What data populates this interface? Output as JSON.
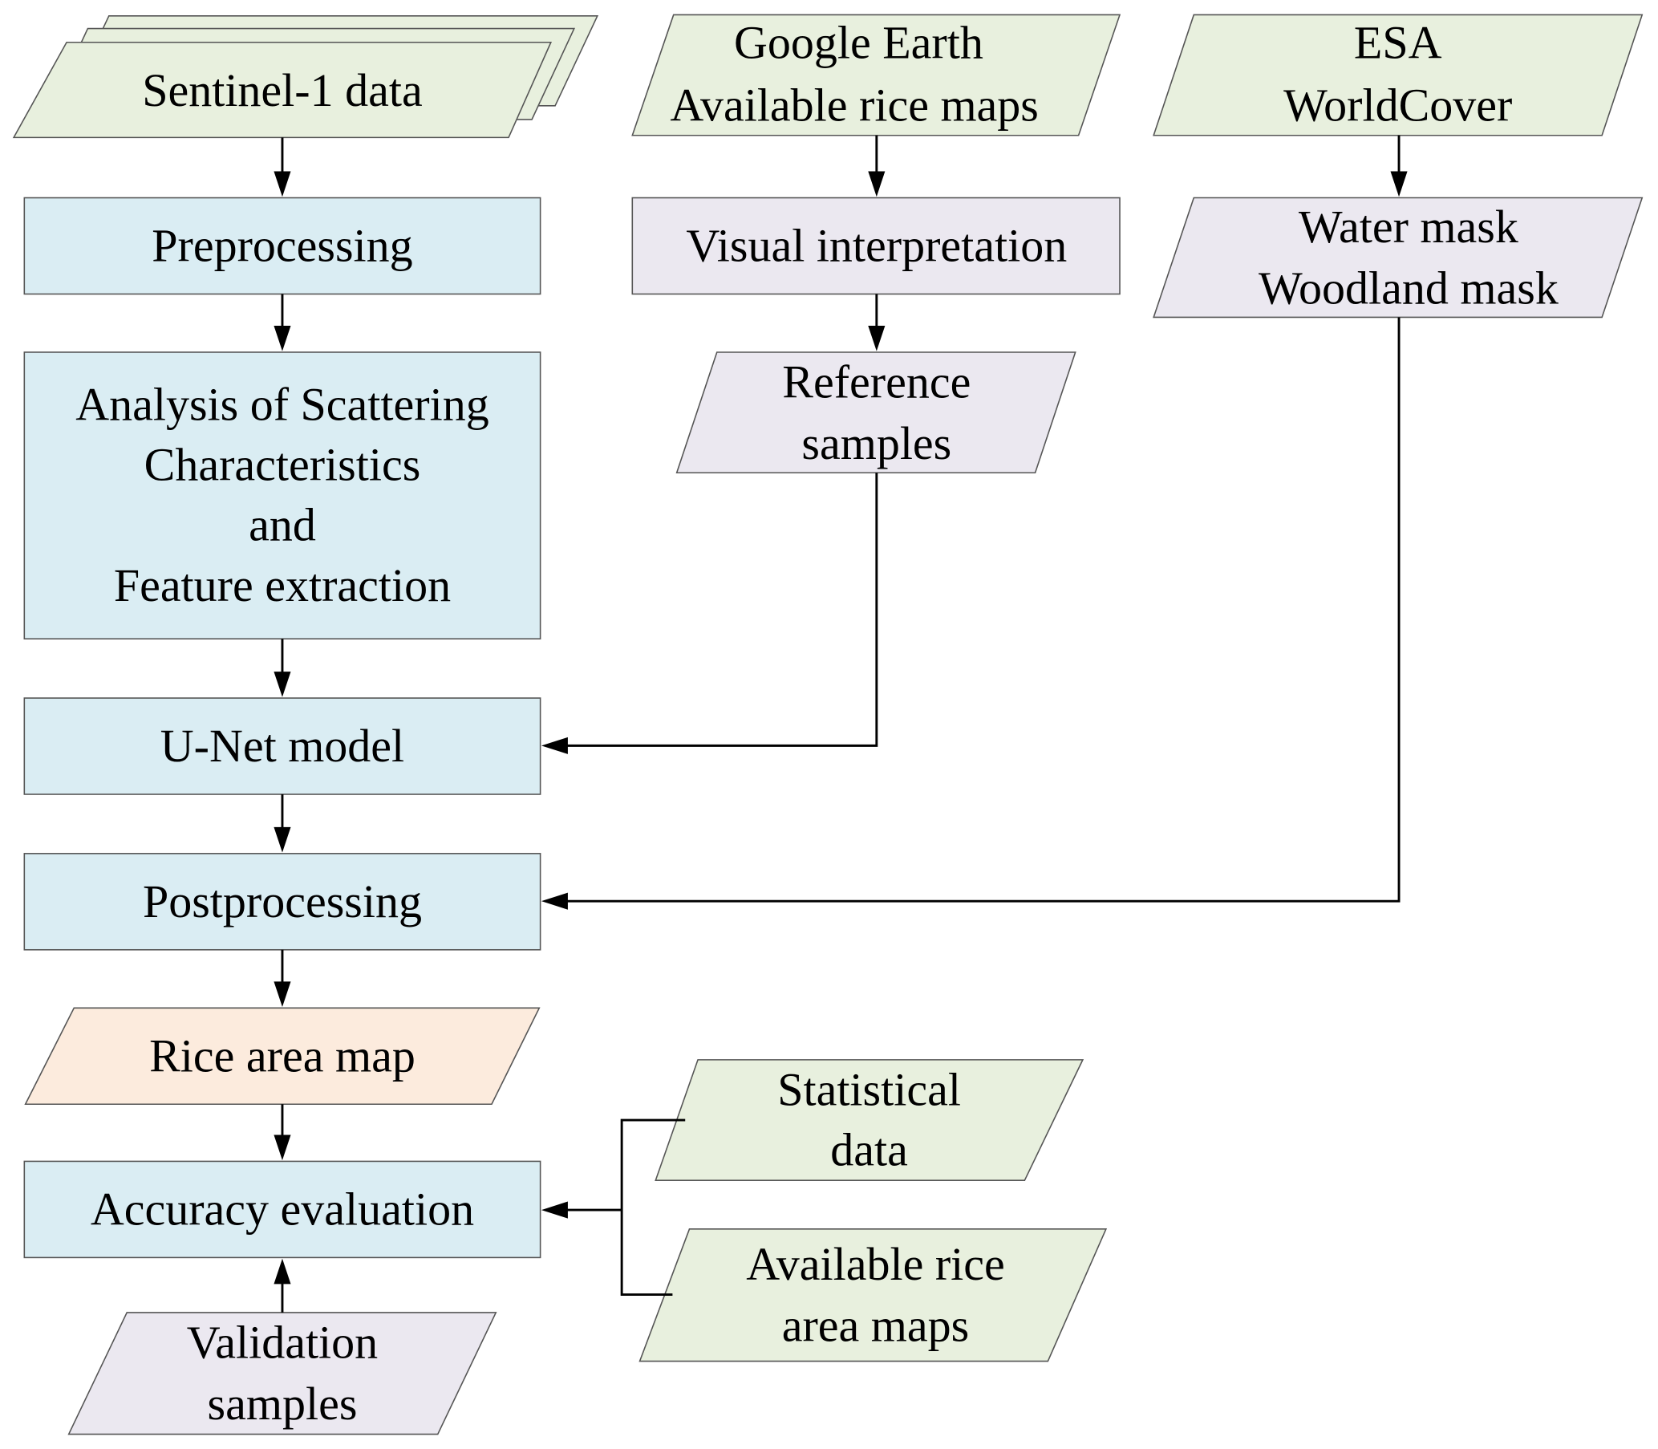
{
  "diagram": {
    "type": "flowchart",
    "colors": {
      "input_data": "#e8f0de",
      "process": "#daedf3",
      "derived": "#ebe8f0",
      "output": "#fcebdd",
      "border": "#555555",
      "arrow": "#000000"
    },
    "nodes": {
      "sentinel": {
        "lines": [
          "Sentinel-1 data"
        ],
        "shape": "stacked-parallelogram"
      },
      "preprocessing": {
        "lines": [
          "Preprocessing"
        ],
        "shape": "rectangle"
      },
      "analysis": {
        "lines": [
          "Analysis of Scattering",
          "Characteristics",
          "and",
          "Feature extraction"
        ],
        "shape": "rectangle"
      },
      "unet": {
        "lines": [
          "U-Net model"
        ],
        "shape": "rectangle"
      },
      "postprocessing": {
        "lines": [
          "Postprocessing"
        ],
        "shape": "rectangle"
      },
      "rice_map": {
        "lines": [
          "Rice area map"
        ],
        "shape": "parallelogram"
      },
      "accuracy": {
        "lines": [
          "Accuracy evaluation"
        ],
        "shape": "rectangle"
      },
      "validation": {
        "lines": [
          "Validation",
          "samples"
        ],
        "shape": "parallelogram"
      },
      "google_earth": {
        "lines": [
          "Google Earth",
          "Available rice maps"
        ],
        "shape": "parallelogram"
      },
      "visual": {
        "lines": [
          "Visual interpretation"
        ],
        "shape": "rectangle"
      },
      "reference": {
        "lines": [
          "Reference",
          "samples"
        ],
        "shape": "parallelogram"
      },
      "esa": {
        "lines": [
          "ESA",
          "WorldCover"
        ],
        "shape": "parallelogram"
      },
      "masks": {
        "lines": [
          "Water mask",
          "Woodland mask"
        ],
        "shape": "parallelogram"
      },
      "statistical": {
        "lines": [
          "Statistical",
          "data"
        ],
        "shape": "parallelogram"
      },
      "available_maps": {
        "lines": [
          "Available rice",
          "area maps"
        ],
        "shape": "parallelogram"
      }
    },
    "edges": [
      {
        "from": "sentinel",
        "to": "preprocessing"
      },
      {
        "from": "preprocessing",
        "to": "analysis"
      },
      {
        "from": "analysis",
        "to": "unet"
      },
      {
        "from": "unet",
        "to": "postprocessing"
      },
      {
        "from": "postprocessing",
        "to": "rice_map"
      },
      {
        "from": "rice_map",
        "to": "accuracy"
      },
      {
        "from": "validation",
        "to": "accuracy"
      },
      {
        "from": "google_earth",
        "to": "visual"
      },
      {
        "from": "visual",
        "to": "reference"
      },
      {
        "from": "reference",
        "to": "unet"
      },
      {
        "from": "esa",
        "to": "masks"
      },
      {
        "from": "masks",
        "to": "postprocessing"
      },
      {
        "from": "statistical",
        "to": "accuracy"
      },
      {
        "from": "available_maps",
        "to": "accuracy"
      }
    ]
  }
}
